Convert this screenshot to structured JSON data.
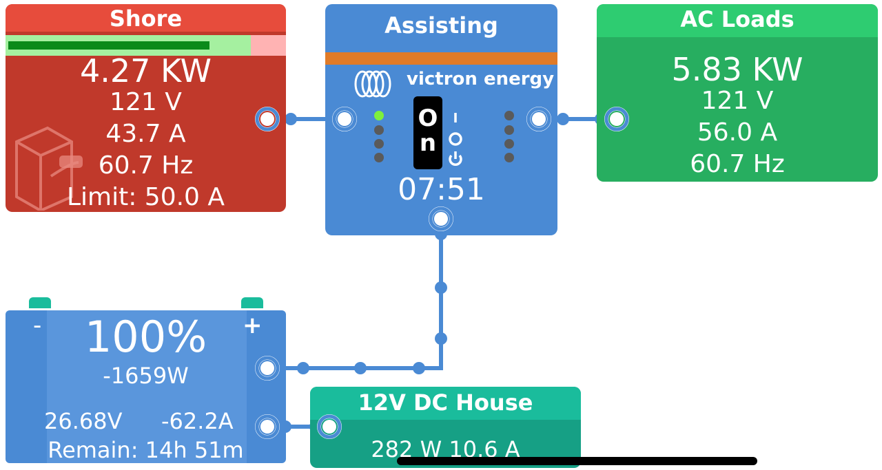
{
  "shore": {
    "title": "Shore",
    "power": "4.27 KW",
    "voltage": "121 V",
    "current": "43.7 A",
    "frequency": "60.7 Hz",
    "limit": "Limit: 50.0 A",
    "icon": "shore-power-plug-icon",
    "current_fraction": 0.874,
    "colors": {
      "header": "#e74c3c",
      "body": "#c0392b",
      "bar_fill": "#a5f0a0",
      "bar_inner": "#0a8a1a",
      "bar_bg": "#ffb3b3"
    }
  },
  "inverter": {
    "state": "Assisting",
    "brand": "victron energy",
    "logo_icon": "victron-logo-icon",
    "switch_label_top": "O",
    "switch_label_bottom": "n",
    "switch_icons": [
      "on-symbol-icon",
      "off-symbol-icon",
      "power-symbol-icon"
    ],
    "time": "07:51",
    "colors": {
      "body": "#4a8ad4",
      "strip": "#e07b28",
      "led_on": "#7ef03c",
      "led_off": "#5a5a5a"
    }
  },
  "ac_loads": {
    "title": "AC Loads",
    "power": "5.83 KW",
    "voltage": "121 V",
    "current": "56.0 A",
    "frequency": "60.7 Hz",
    "colors": {
      "header": "#2ecc71",
      "body": "#27ae60"
    }
  },
  "battery": {
    "minus": "-",
    "plus": "+",
    "soc": "100%",
    "power": "-1659W",
    "voltage": "26.68V",
    "current": "-62.2A",
    "remain": "Remain: 14h 51m",
    "colors": {
      "body": "#4a8ad4",
      "terminal": "#1abc9c"
    }
  },
  "dc_house": {
    "title": "12V DC House",
    "reading": "282 W 10.6 A",
    "colors": {
      "header": "#1abc9c",
      "body": "#16a085"
    }
  },
  "colors": {
    "wire": "#4a8ad4"
  }
}
